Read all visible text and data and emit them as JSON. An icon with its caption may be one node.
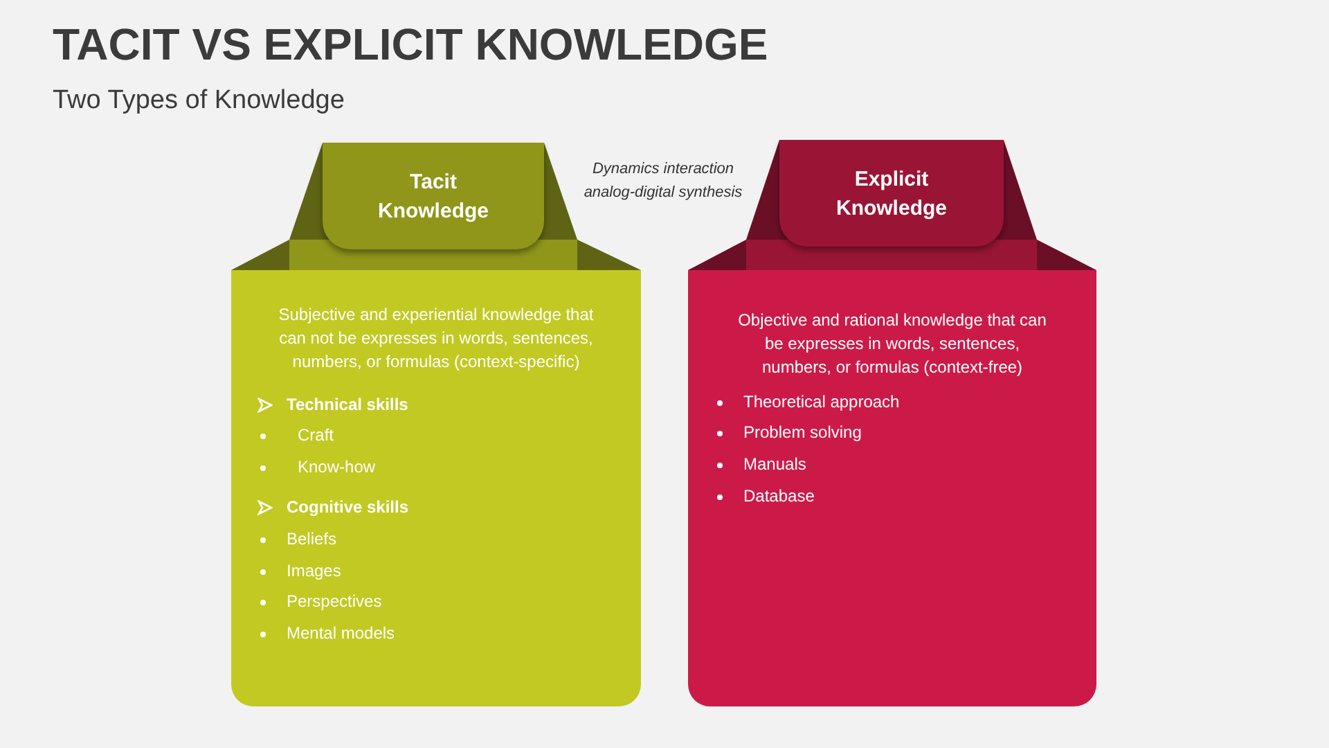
{
  "diagram": {
    "title": "TACIT VS EXPLICIT KNOWLEDGE",
    "nodes": [
      {
        "text": [
          "Tacit Knowledge"
        ]
      },
      {
        "text": [
          "Subjective and experiential knowledge that can not be expresses in words, sentences, numbers, or formulas (context-specific)",
          "Technical skills",
          "Craft",
          "Know-how",
          "Cognitive skills",
          "Beliefs",
          "Images",
          "Perspectives",
          "Mental models"
        ]
      },
      {
        "text": [
          "Explicit Knowledge"
        ]
      },
      {
        "text": [
          "Objective and rational knowledge that can be expresses in words, sentences, numbers, or formulas (context-free)",
          "Theoretical approach",
          "Problem solving",
          "Manuals",
          "Database"
        ]
      }
    ],
    "labels": [
      "Two Types of Knowledge",
      "Dynamics interaction analog-digital synthesis"
    ]
  }
}
